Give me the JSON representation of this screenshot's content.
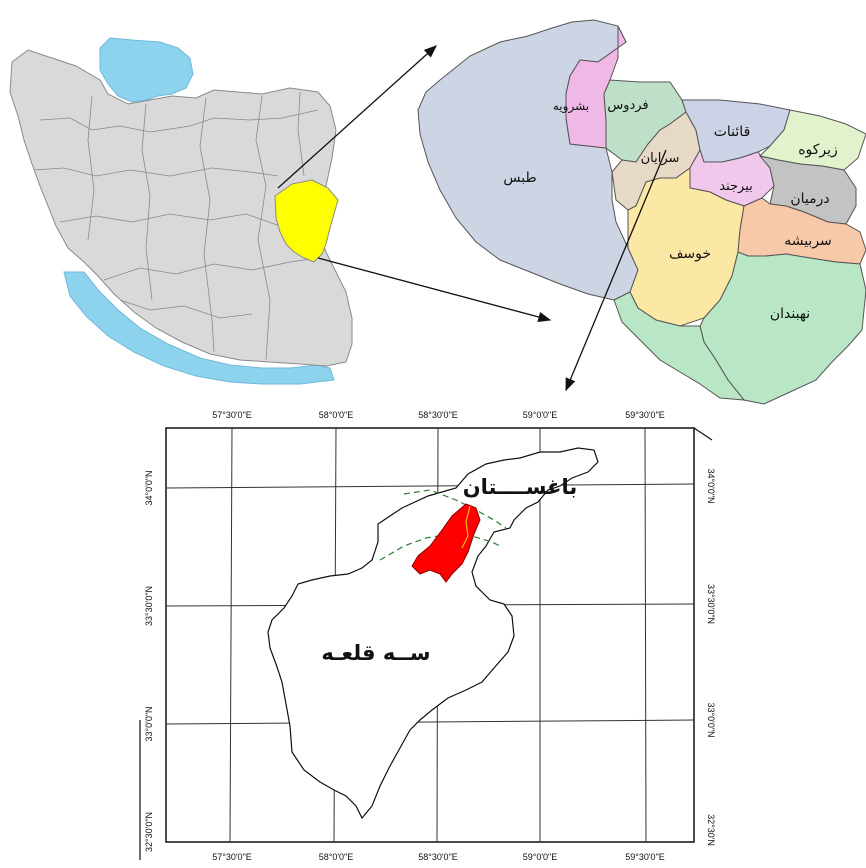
{
  "colors": {
    "iran_fill": "#d9d9d9",
    "highlight_province": "#ffff00",
    "water": "#8ed3ee",
    "study_area": "#ff0000",
    "tabas": "#cdd4e4",
    "boshruyeh": "#f0b8e6",
    "ferdows": "#bfe0c8",
    "sarayan": "#e6d9c6",
    "ghaenat": "#ccd3e6",
    "zirkuh": "#e2f2cd",
    "birjand": "#f0c8ec",
    "darmian": "#c3c3c3",
    "khusf": "#fce8a5",
    "sarbisheh": "#f7c9a8",
    "nehbandan": "#b9e6c5"
  },
  "province_map": {
    "counties": {
      "tabas": "طبس",
      "boshruyeh": "بشرویه",
      "ferdows": "فردوس",
      "sarayan": "سرایان",
      "ghaenat": "قائنات",
      "zirkuh": "زیرکوه",
      "birjand": "بیرجند",
      "darmian": "درمیان",
      "khusf": "خوسف",
      "sarbisheh": "سربیشه",
      "nehbandan": "نهبندان"
    }
  },
  "detail_map": {
    "region_north": "باغســــتان",
    "region_south": "ســه قلعـه",
    "top_labels": [
      "57°30'0\"E",
      "58°0'0\"E",
      "58°30'0\"E",
      "59°0'0\"E",
      "59°30'0\"E"
    ],
    "bottom_labels": [
      "57°30'0\"E",
      "58°0'0\"E",
      "58°30'0\"E",
      "59°0'0\"E",
      "59°30'0\"E"
    ],
    "left_labels": [
      "34°0'0\"N",
      "33°30'0\"N",
      "33°0'0\"N",
      "32°30'0\"N"
    ],
    "right_labels": [
      "34°0'0\"N",
      "33°30'0\"N",
      "33°0'0\"N",
      "32°30'N"
    ]
  }
}
